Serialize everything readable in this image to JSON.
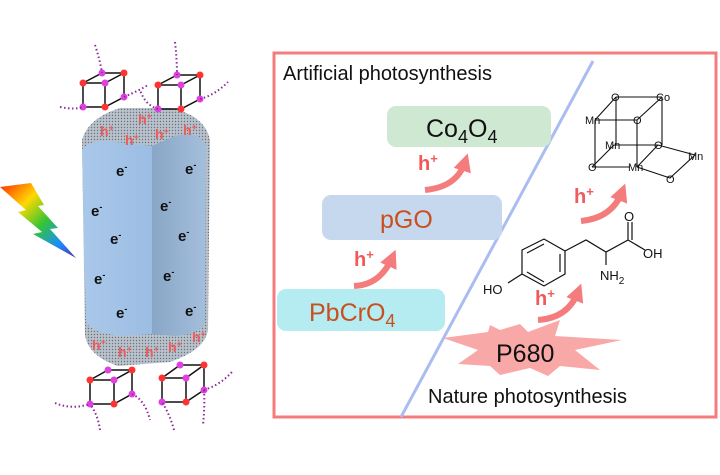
{
  "left_panel": {
    "electron_label": "e",
    "electron_sup": "-",
    "hole_label": "h",
    "hole_sup": "+"
  },
  "right_panel": {
    "artificial_title": "Artificial photosynthesis",
    "nature_title": "Nature photosynthesis",
    "co4o4": {
      "main": "Co",
      "sub1": "4",
      "mid": "O",
      "sub2": "4"
    },
    "pgo": "pGO",
    "pbcro4": {
      "main": "PbCrO",
      "sub": "4"
    },
    "p680": "P680",
    "hole_label": "h",
    "hole_sup": "+",
    "tyrosine": {
      "ho": "HO",
      "oh": "OH",
      "o": "O",
      "nh": "NH",
      "nh_sub": "2"
    },
    "cubane": {
      "o": "O",
      "co": "Co",
      "mn": "Mn"
    }
  },
  "colors": {
    "frame": "#f47c7c",
    "divider": "#a9bdf0",
    "co4o4_box": "#cfe8d2",
    "pgo_box": "#c6d8ee",
    "pbcro4_box": "#b4ecf2",
    "orange_text": "#c8501e",
    "arrow": "#f47c7c",
    "burst": "#f9a8a8"
  }
}
